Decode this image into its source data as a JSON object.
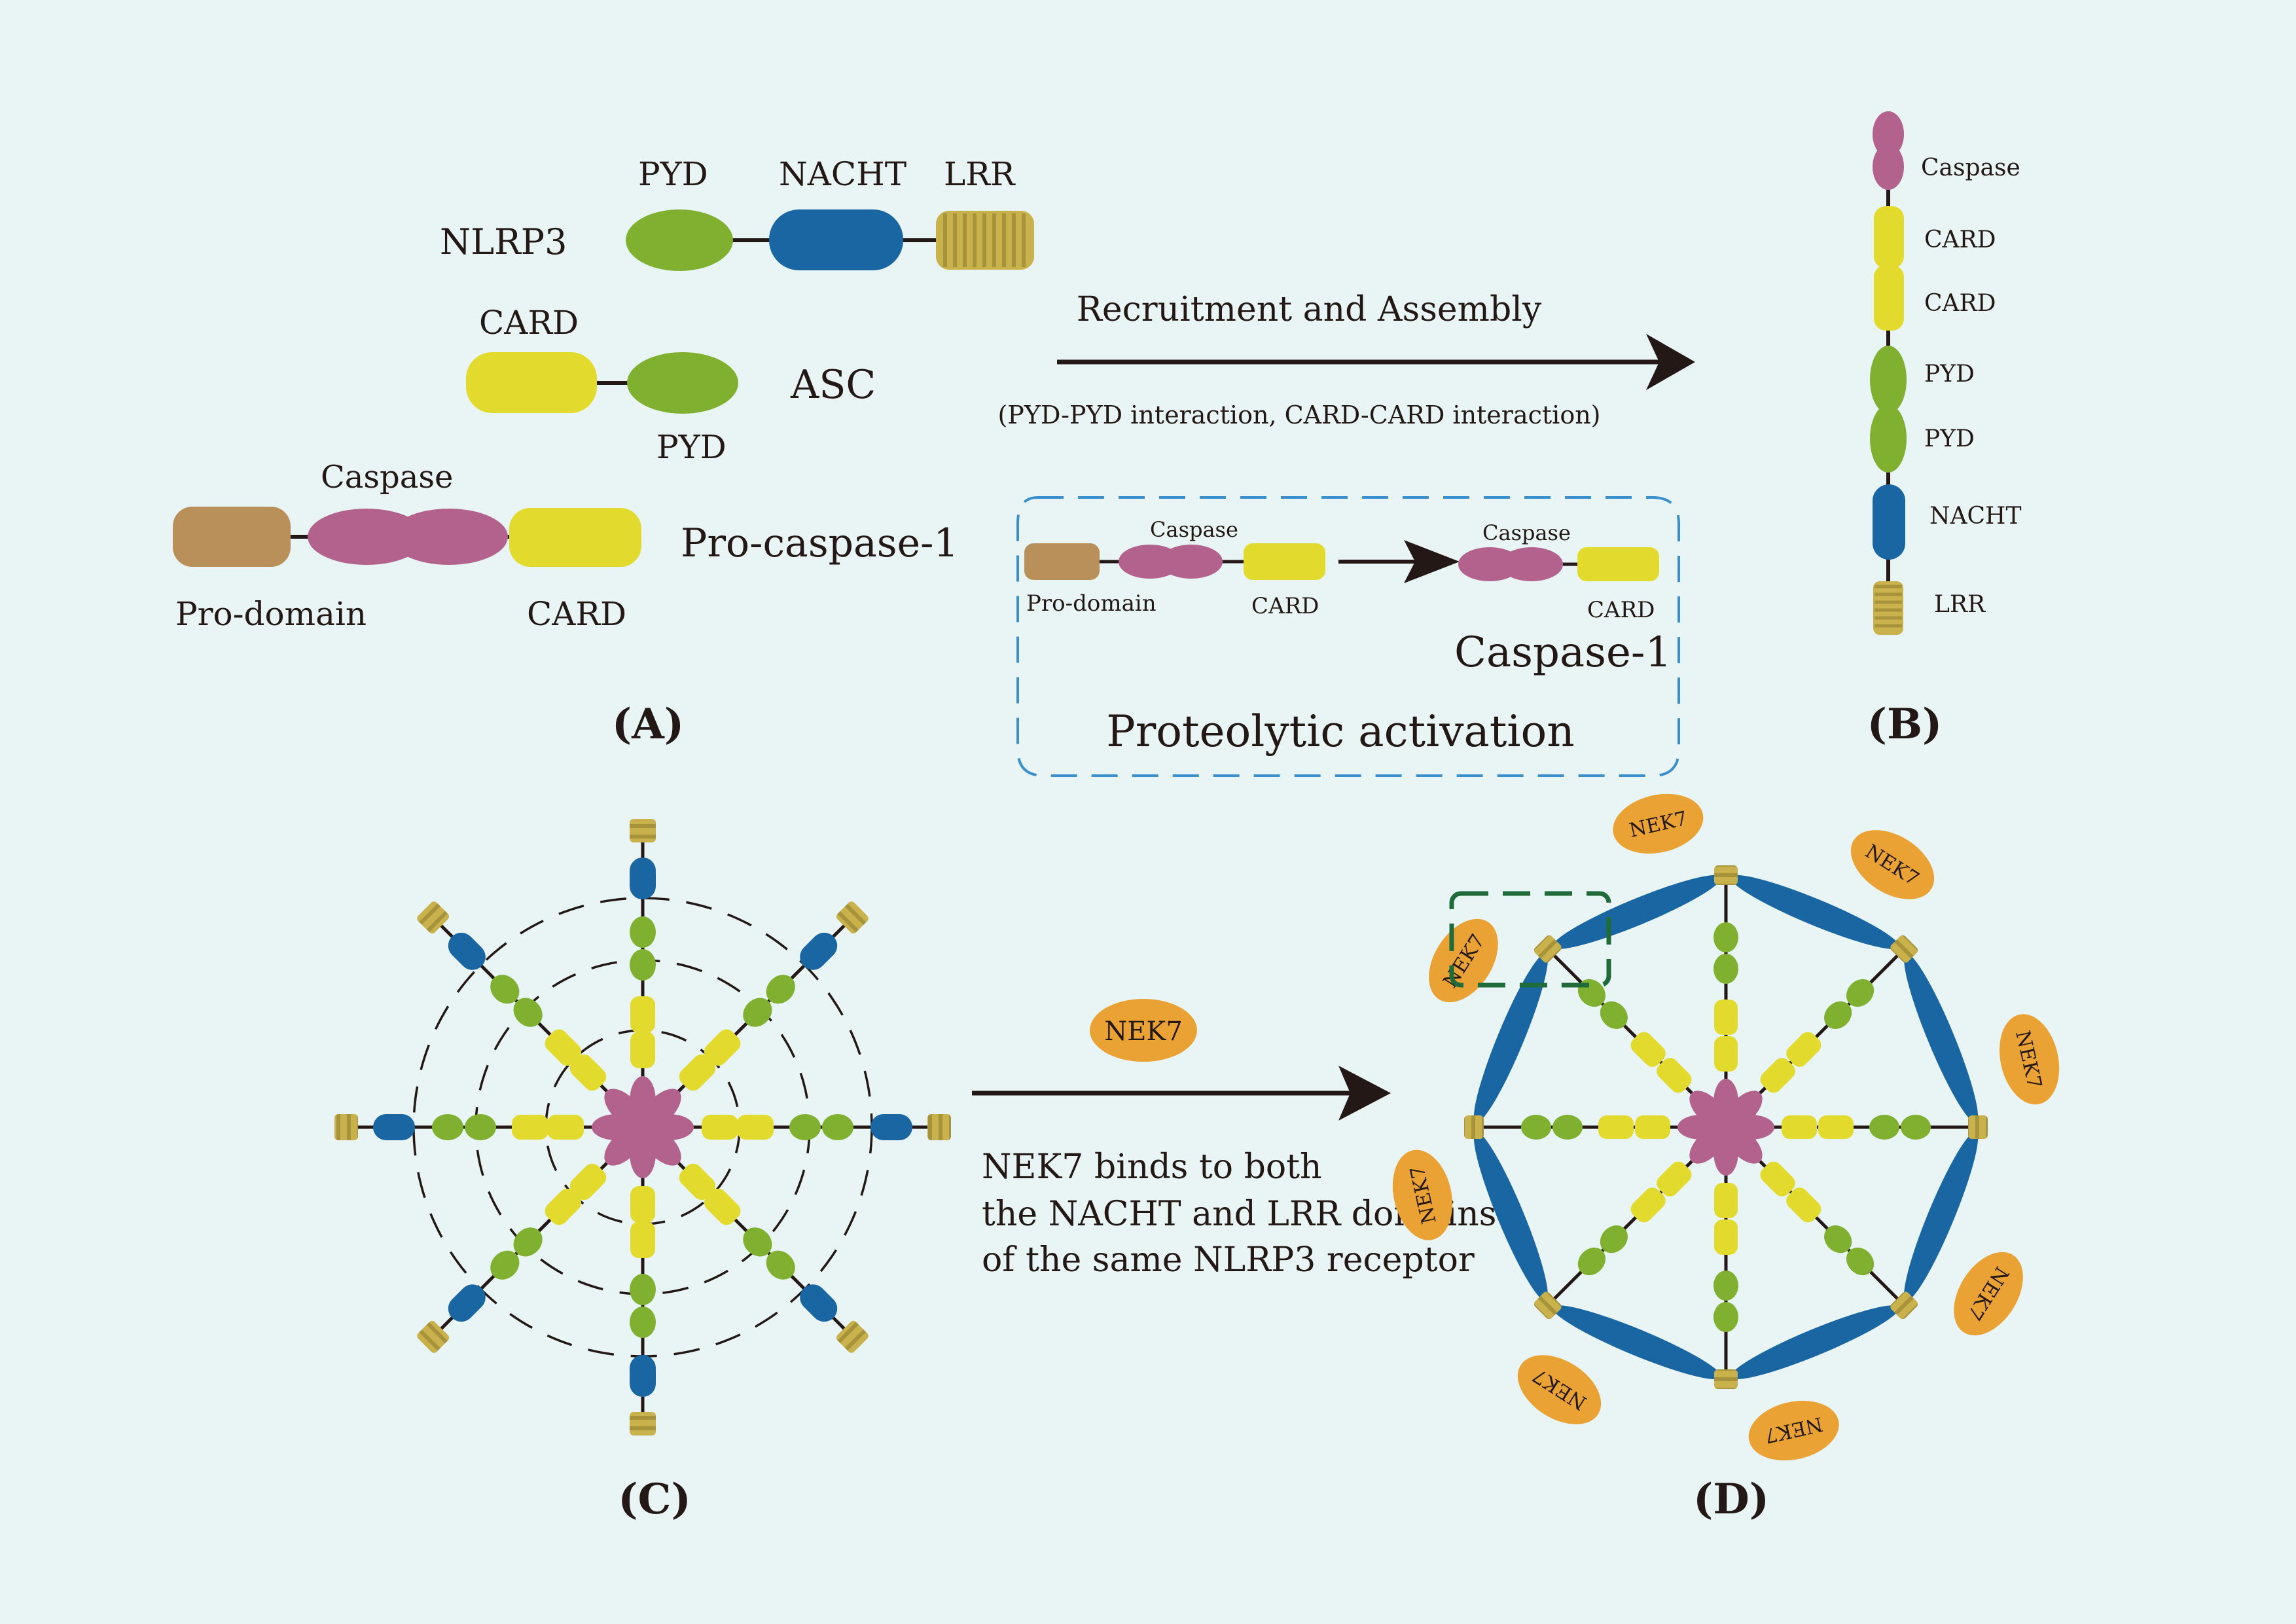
{
  "colors": {
    "background": "#e8f5f4",
    "pyd": "#7fb02f",
    "nacht": "#1a66a3",
    "lrr": "#c9b14c",
    "card": "#e3da2e",
    "caspase": "#b3628d",
    "prodomain": "#b98f5a",
    "nek7": "#e9a233",
    "dashed_blue": "#3b8fcb",
    "dashed_green": "#1f6b3a"
  },
  "panel_a": {
    "nlrp3": {
      "name": "NLRP3",
      "pyd": "PYD",
      "nacht": "NACHT",
      "lrr": "LRR"
    },
    "asc": {
      "name": "ASC",
      "card": "CARD",
      "pyd": "PYD"
    },
    "procaspase": {
      "name": "Pro-caspase-1",
      "caspase": "Caspase",
      "prodomain": "Pro-domain",
      "card": "CARD"
    },
    "label": "(A)"
  },
  "arrow_ab": {
    "title": "Recruitment and Assembly",
    "subtitle": "(PYD-PYD interaction, CARD-CARD interaction)"
  },
  "proteolytic": {
    "left_caspase": "Caspase",
    "left_prodomain": "Pro-domain",
    "left_card": "CARD",
    "right_caspase": "Caspase",
    "right_card": "CARD",
    "product": "Caspase-1",
    "title": "Proteolytic activation"
  },
  "panel_b": {
    "domains": [
      "Caspase",
      "CARD",
      "CARD",
      "PYD",
      "PYD",
      "NACHT",
      "LRR"
    ],
    "label": "(B)"
  },
  "panel_c": {
    "label": "(C)"
  },
  "arrow_cd": {
    "nek7": "NEK7",
    "lines": [
      "NEK7 binds to both",
      "the NACHT and LRR domains",
      "of the same NLRP3 receptor"
    ]
  },
  "panel_d": {
    "nek7_label": "NEK7",
    "label": "(D)"
  }
}
